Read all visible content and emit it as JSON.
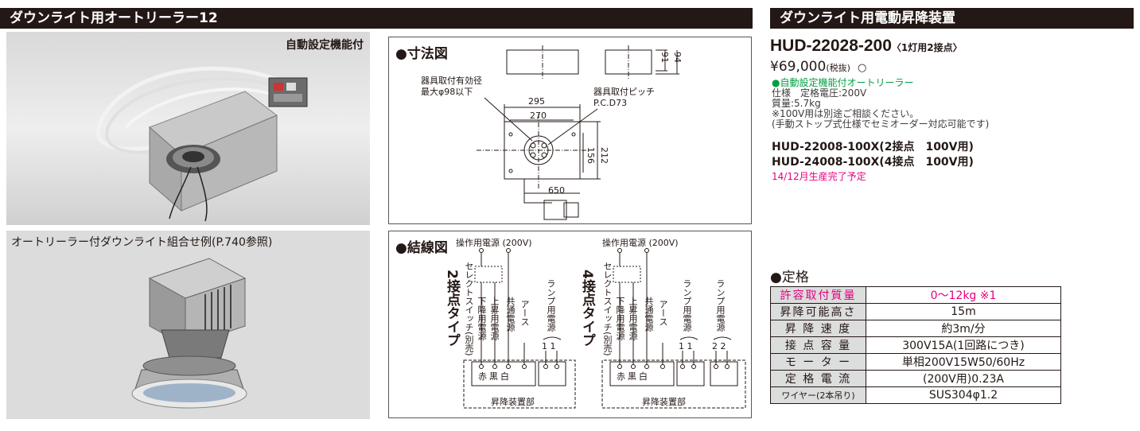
{
  "left": {
    "title": "ダウンライト用オートリーラー12",
    "photo1_caption": "自動設定機能付",
    "photo2_caption": "オートリーラー付ダウンライト組合せ例(P.740参照)"
  },
  "dimension": {
    "heading": "●寸法図",
    "note_diameter_1": "器具取付有効径",
    "note_diameter_2": "最大φ98以下",
    "note_pitch_1": "器具取付ピッチ",
    "note_pitch_2": "P.C.D73",
    "dim_295": "295",
    "dim_270": "270",
    "dim_156": "156",
    "dim_212": "212",
    "dim_650": "650",
    "dim_91": "91",
    "dim_94": "94"
  },
  "wiring": {
    "heading": "●結線図",
    "power_label_a": "操作用電源 (200V)",
    "power_label_b": "操作用電源 (200V)",
    "type2": "2接点タイプ",
    "type4": "4接点タイプ",
    "select_switch": "セレクトスイッチ(別売)",
    "descend": "下降用電源",
    "ascend": "上昇用電源",
    "common": "共通電源",
    "earth": "アース",
    "lamp": "ランプ用電源",
    "lamp2": "ランプ用電源",
    "red": "赤",
    "black": "黒",
    "white": "白",
    "n11": "1 1",
    "n22": "2 2",
    "unit": "昇降装置部",
    "unit_b": "昇降装置部"
  },
  "right": {
    "title": "ダウンライト用電動昇降装置",
    "model": "HUD-22028-200",
    "model_suffix": "〈1灯用2接点〉",
    "price": "¥69,000",
    "tax": "(税抜)",
    "circle": "○",
    "feature": "●自動設定機能付オートリーラー",
    "spec_line1": "仕様　定格電圧:200V",
    "spec_line2": "質量:5.7kg",
    "spec_line3": "※100V用は別途ご相談ください。",
    "spec_line4": "(手動ストップ式仕様でセミオーダー対応可能です)",
    "alt1": "HUD-22008-100X(2接点　100V用)",
    "alt2": "HUD-24008-100X(4接点　100V用)",
    "discontinued": "14/12月生産完了予定",
    "spec_heading": "●定格",
    "spec_table": [
      {
        "label": "許容取付質量",
        "value": "0〜12kg ※1",
        "highlight": true
      },
      {
        "label": "昇降可能高さ",
        "value": "15m"
      },
      {
        "label": "昇 降 速 度",
        "value": "約3m/分"
      },
      {
        "label": "接 点 容 量",
        "value": "300V15A(1回路につき)"
      },
      {
        "label": "モ ー タ ー",
        "value": "単相200V15W50/60Hz"
      },
      {
        "label": "定 格 電 流",
        "value": "(200V用)0.23A"
      },
      {
        "label": "ワイヤー(2本吊り)",
        "value": "SUS304φ1.2",
        "small": true
      }
    ]
  },
  "colors": {
    "bar": "#231815",
    "accent_pink": "#e4007f",
    "accent_green": "#00a040",
    "label_gray": "#dcdddd"
  }
}
